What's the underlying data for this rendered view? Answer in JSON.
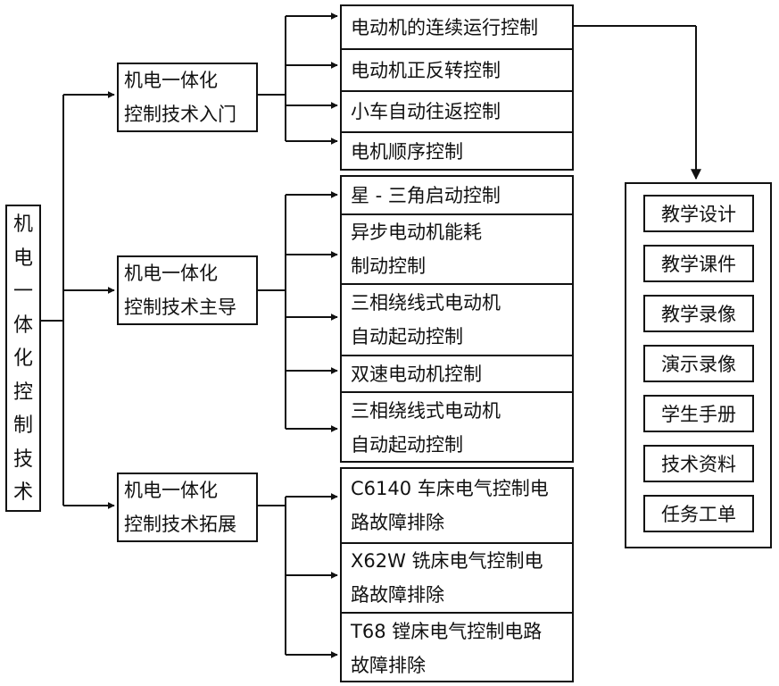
{
  "root": {
    "label": "机电一体化控制技术"
  },
  "branches": [
    {
      "label": "机电一体化\n控制技术入门",
      "items": [
        "电动机的连续运行控制",
        "电动机正反转控制",
        "小车自动往返控制",
        "电机顺序控制"
      ]
    },
    {
      "label": "机电一体化\n控制技术主导",
      "items": [
        "星 -  三角启动控制",
        "异步电动机能耗\n制动控制",
        "三相绕线式电动机\n自动起动控制",
        "双速电动机控制",
        "三相绕线式电动机\n自动起动控制"
      ]
    },
    {
      "label": "机电一体化\n控制技术拓展",
      "items": [
        "C6140 车床电气控制电\n路故障排除",
        "X62W 铣床电气控制电\n路故障排除",
        "T68 镗床电气控制电路\n故障排除"
      ]
    }
  ],
  "resources": [
    "教学设计",
    "教学课件",
    "教学录像",
    "演示录像",
    "学生手册",
    "技术资料",
    "任务工单"
  ]
}
